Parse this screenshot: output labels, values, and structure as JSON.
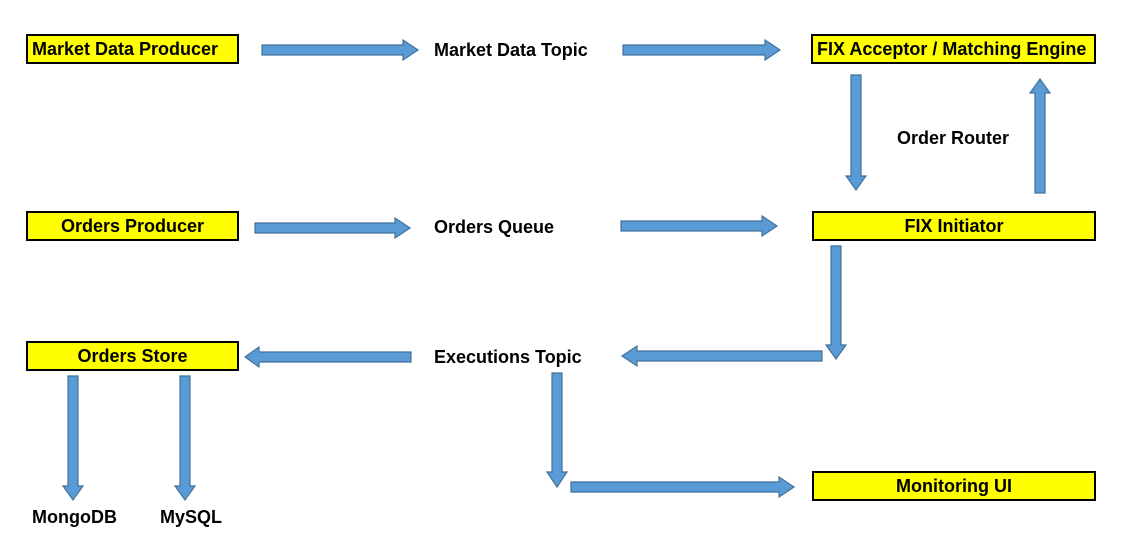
{
  "nodes": {
    "market_data_producer": "Market Data Producer",
    "market_data_topic": "Market Data Topic",
    "fix_acceptor": "FIX Acceptor / Matching Engine",
    "order_router": "Order Router",
    "orders_producer": "Orders Producer",
    "orders_queue": "Orders Queue",
    "fix_initiator": "FIX Initiator",
    "orders_store": "Orders Store",
    "executions_topic": "Executions Topic",
    "mongodb": "MongoDB",
    "mysql": "MySQL",
    "monitoring_ui": "Monitoring UI"
  },
  "colors": {
    "box_fill": "#ffff00",
    "box_border": "#000000",
    "arrow_fill": "#5b9bd5",
    "arrow_stroke": "#41719c"
  }
}
